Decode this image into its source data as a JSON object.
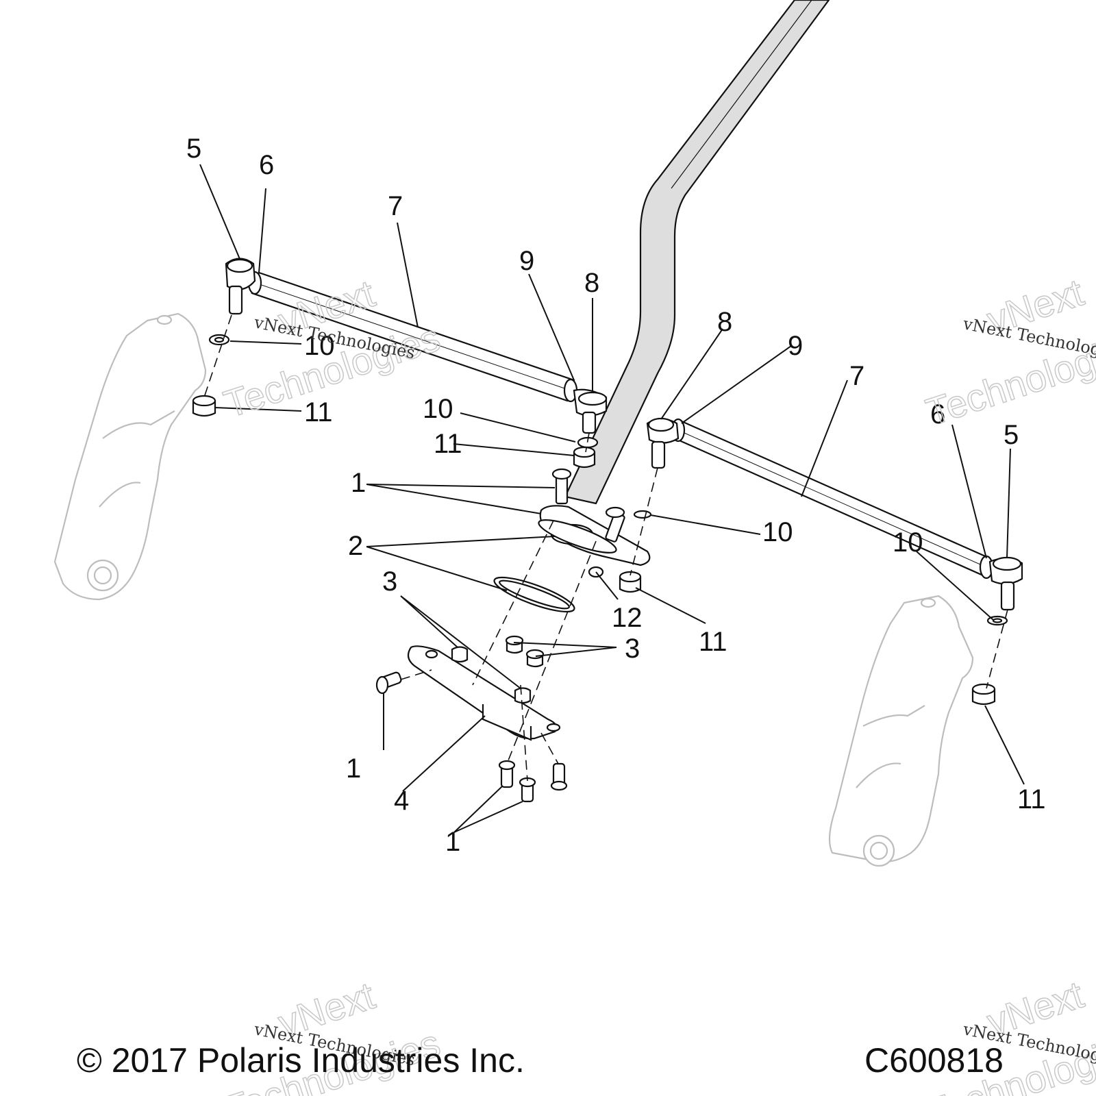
{
  "callouts": {
    "c1a": "1",
    "c1b": "1",
    "c1c": "1",
    "c2": "2",
    "c3a": "3",
    "c3b": "3",
    "c4": "4",
    "c5l": "5",
    "c5r": "5",
    "c6l": "6",
    "c6r": "6",
    "c7l": "7",
    "c7r": "7",
    "c8l": "8",
    "c8r": "8",
    "c9l": "9",
    "c9r": "9",
    "c10a": "10",
    "c10b": "10",
    "c10c": "10",
    "c10d": "10",
    "c11a": "11",
    "c11b": "11",
    "c11c": "11",
    "c11d": "11",
    "c12": "12"
  },
  "footer": {
    "copyright": "© 2017 Polaris Industries Inc.",
    "code": "C600818"
  },
  "watermark": {
    "small": "vNext Technologies",
    "big_top": "vNext",
    "big_bottom": "Technologies"
  }
}
